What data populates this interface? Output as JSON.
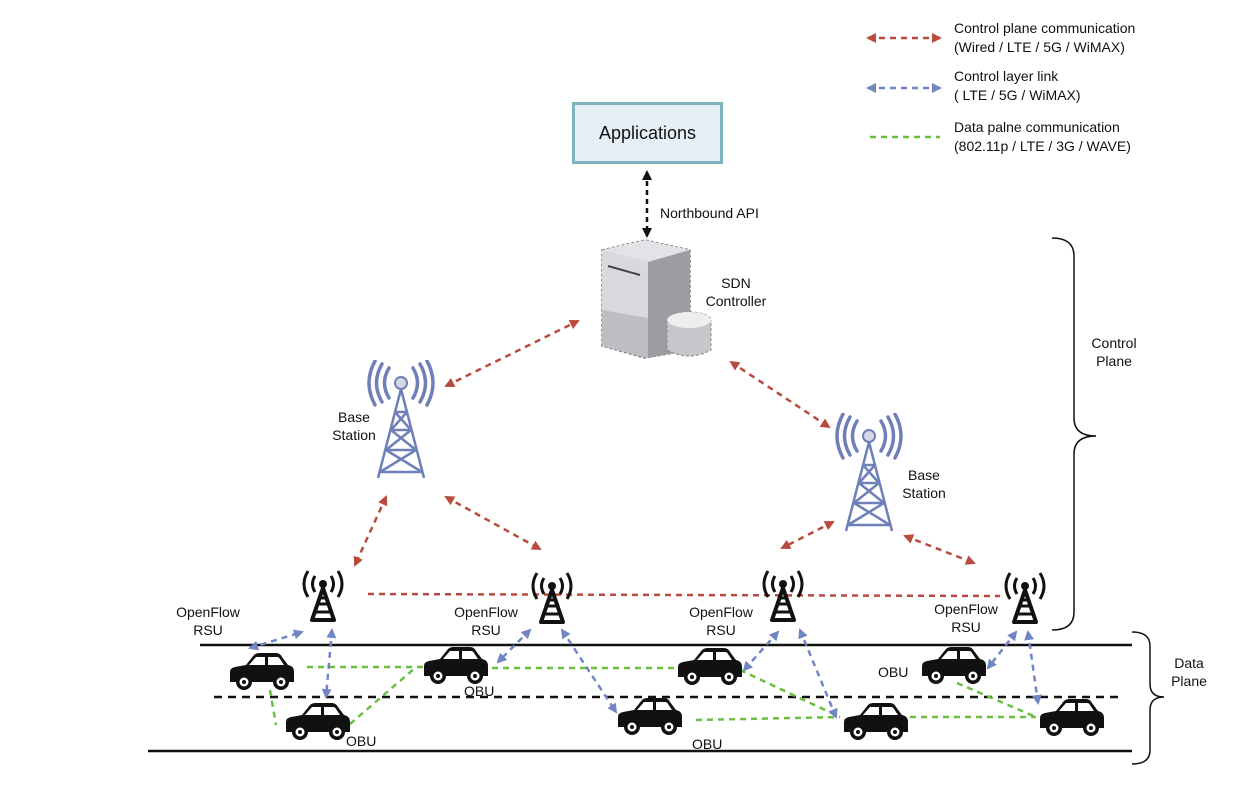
{
  "legend": {
    "control_plane": {
      "line1": "Control plane communication",
      "line2": "(Wired / LTE / 5G / WiMAX)",
      "color": "#b94a3f"
    },
    "control_layer": {
      "line1": "Control layer link",
      "line2": "( LTE / 5G / WiMAX)",
      "color": "#6f86c2"
    },
    "data_plane": {
      "line1": "Data palne communication",
      "line2": "(802.11p / LTE / 3G / WAVE)",
      "color": "#6abf3f"
    }
  },
  "applications": {
    "label": "Applications"
  },
  "northbound": {
    "label": "Northbound API"
  },
  "controller": {
    "line1": "SDN",
    "line2": "Controller"
  },
  "base_stations": [
    {
      "line1": "Base",
      "line2": "Station"
    },
    {
      "line1": "Base",
      "line2": "Station"
    }
  ],
  "rsus": [
    {
      "line1": "OpenFlow",
      "line2": "RSU"
    },
    {
      "line1": "OpenFlow",
      "line2": "RSU"
    },
    {
      "line1": "OpenFlow",
      "line2": "RSU"
    },
    {
      "line1": "OpenFlow",
      "line2": "RSU"
    }
  ],
  "obus": [
    "OBU",
    "OBU",
    "OBU",
    "OBU"
  ],
  "planes": {
    "control": {
      "line1": "Control",
      "line2": "Plane"
    },
    "data": {
      "line1": "Data",
      "line2": "Plane"
    }
  },
  "icons": {
    "controller": "server-icon",
    "base_station": "cell-tower-icon",
    "rsu": "antenna-icon",
    "vehicle": "car-icon"
  }
}
